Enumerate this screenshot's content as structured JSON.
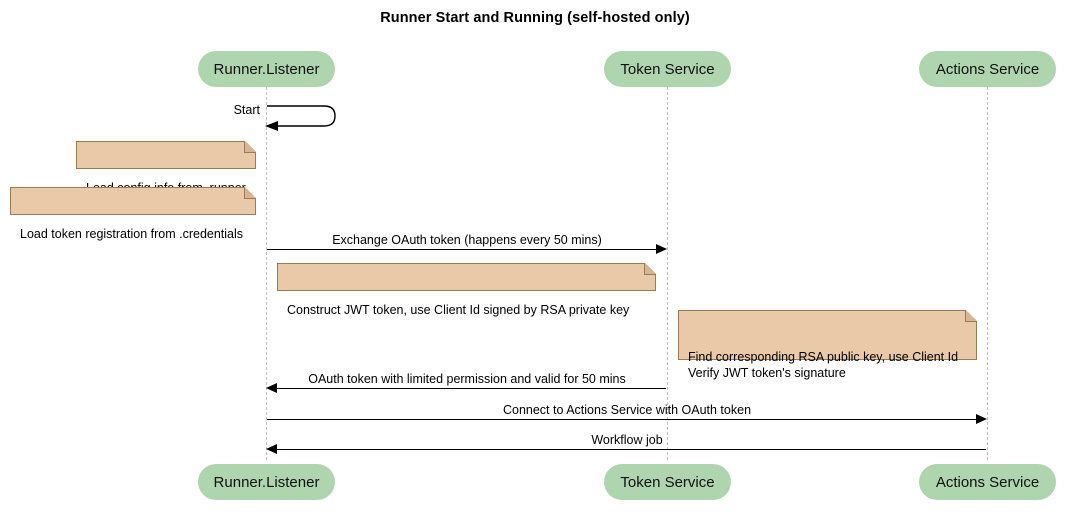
{
  "diagram": {
    "type": "sequence-diagram",
    "title": "Runner Start and Running (self-hosted only)",
    "colors": {
      "participant_fill": "#aed5ae",
      "note_fill": "#e9c9a8",
      "note_border": "#9b7b55",
      "lifeline": "#bdbdbd",
      "arrow": "#000000",
      "background": "#ffffff"
    }
  },
  "participants": [
    {
      "id": "runner",
      "label": "Runner.Listener"
    },
    {
      "id": "token",
      "label": "Token Service"
    },
    {
      "id": "actions",
      "label": "Actions Service"
    }
  ],
  "participants_bottom": [
    {
      "id": "runner",
      "label": "Runner.Listener"
    },
    {
      "id": "token",
      "label": "Token Service"
    },
    {
      "id": "actions",
      "label": "Actions Service"
    }
  ],
  "messages": [
    {
      "id": "start",
      "label": "Start",
      "from": "runner",
      "to": "runner",
      "kind": "self"
    },
    {
      "id": "exchange-oauth-token",
      "label": "Exchange OAuth token (happens every 50 mins)",
      "from": "runner",
      "to": "token",
      "kind": "sync",
      "direction": "right"
    },
    {
      "id": "oauth-token-reply",
      "label": "OAuth token with limited permission and valid for 50 mins",
      "from": "token",
      "to": "runner",
      "kind": "reply",
      "direction": "left"
    },
    {
      "id": "connect-actions-service",
      "label": "Connect to Actions Service with OAuth token",
      "from": "runner",
      "to": "actions",
      "kind": "sync",
      "direction": "right"
    },
    {
      "id": "workflow-job",
      "label": "Workflow job",
      "from": "actions",
      "to": "runner",
      "kind": "reply",
      "direction": "left"
    }
  ],
  "notes": [
    {
      "id": "load-config",
      "text": "Load config info from .runner",
      "over": "runner"
    },
    {
      "id": "load-token-registration",
      "text": "Load token registration from .credentials",
      "over": "runner"
    },
    {
      "id": "construct-jwt",
      "text": "Construct JWT token, use Client Id signed by RSA private key",
      "over": "runner"
    },
    {
      "id": "verify-jwt",
      "text": "Find corresponding RSA public key, use Client Id\nVerify JWT token's signature",
      "over": "token"
    }
  ]
}
